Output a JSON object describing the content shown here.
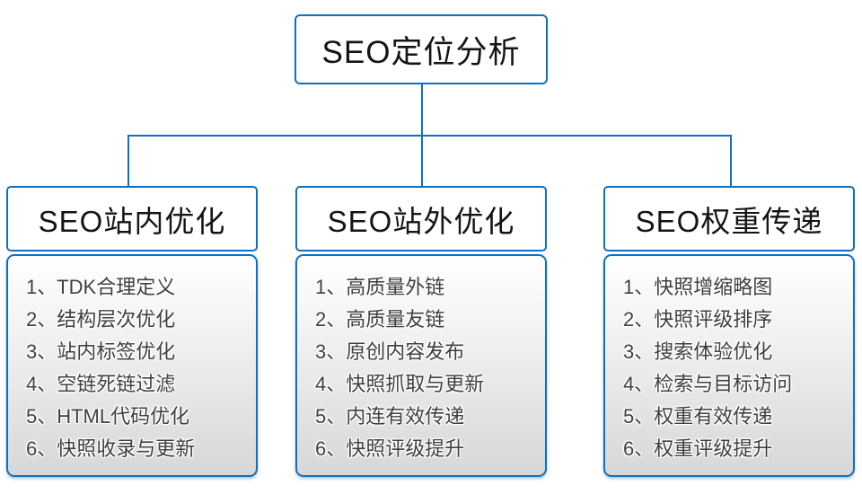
{
  "diagram": {
    "root": {
      "title": "SEO定位分析"
    },
    "columns": [
      {
        "title": "SEO站内优化",
        "items": [
          "1、TDK合理定义",
          "2、结构层次优化",
          "3、站内标签优化",
          "4、空链死链过滤",
          "5、HTML代码优化",
          "6、快照收录与更新"
        ]
      },
      {
        "title": "SEO站外优化",
        "items": [
          "1、高质量外链",
          "2、高质量友链",
          "3、原创内容发布",
          "4、快照抓取与更新",
          "5、内连有效传递",
          "6、快照评级提升"
        ]
      },
      {
        "title": "SEO权重传递",
        "items": [
          "1、快照增缩略图",
          "2、快照评级排序",
          "3、搜索体验优化",
          "4、检索与目标访问",
          "5、权重有效传递",
          "6、权重评级提升"
        ]
      }
    ],
    "colors": {
      "connector_line": "#0e70c1",
      "box_border": "#0e70c1",
      "list_gradient_top": "#ffffff",
      "list_gradient_bottom": "#d7d7d7",
      "title_text": "#141414",
      "list_text": "#3f3f3f"
    }
  }
}
